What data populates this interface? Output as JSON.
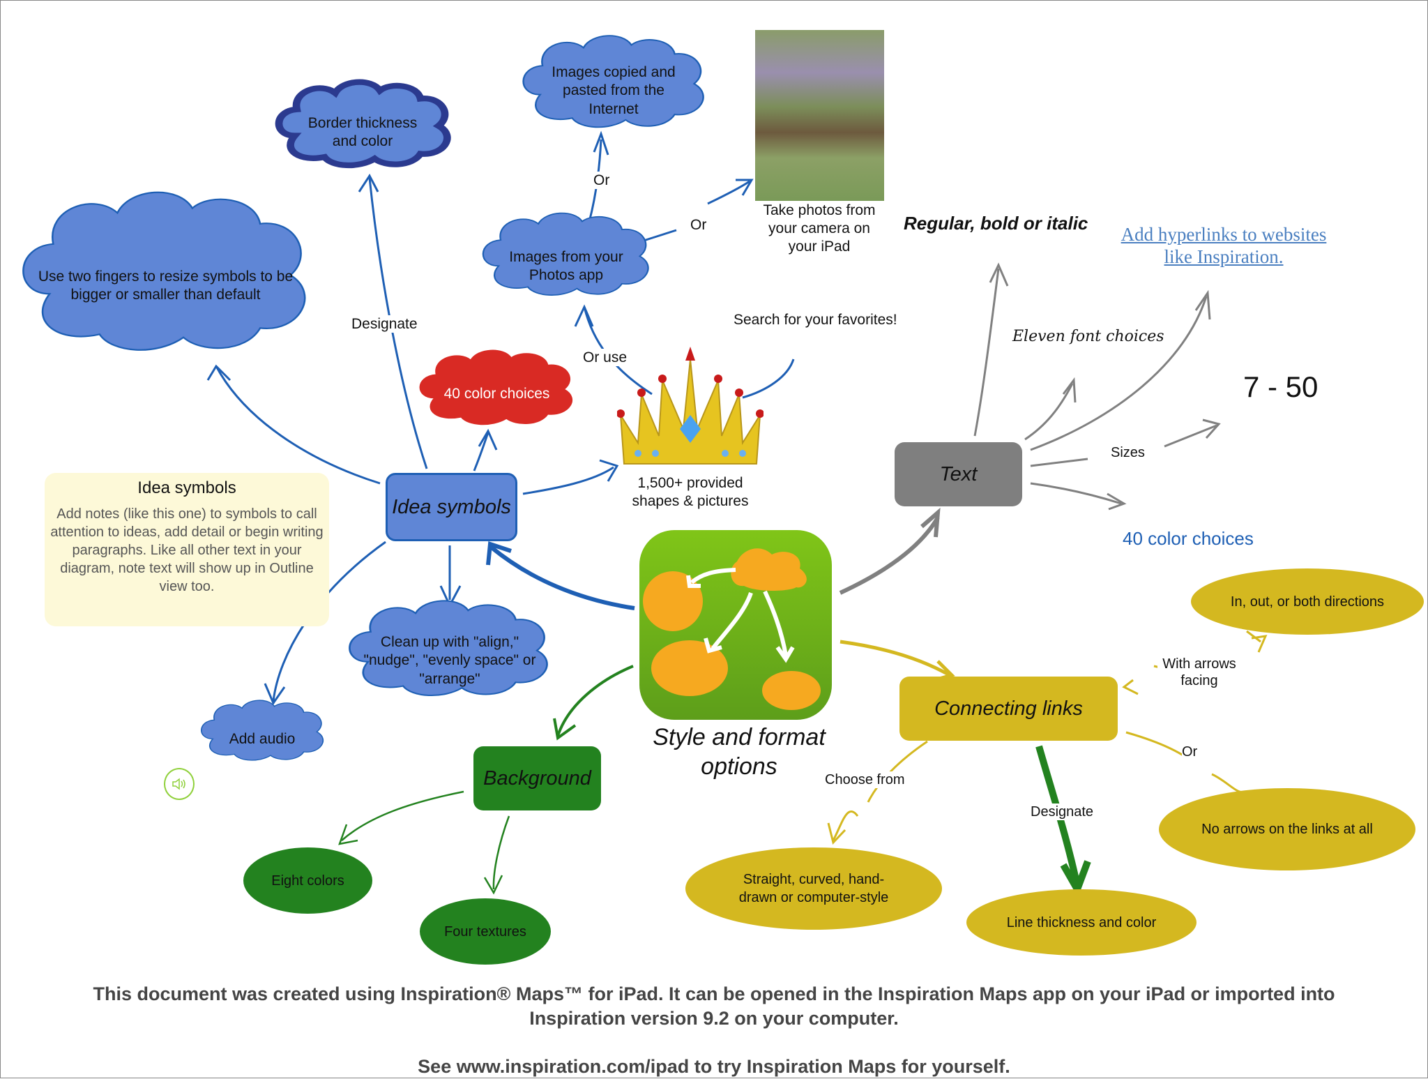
{
  "diagram": {
    "central": {
      "label": "Style and format options",
      "line1": "Style and format",
      "line2": "options"
    },
    "idea_symbols": {
      "label": "Idea symbols",
      "children": {
        "resize": "Use two fingers to resize symbols to be bigger or smaller than default",
        "border": "Border thickness and color",
        "color": "40 color choices",
        "photos": "Images from your Photos app",
        "internet": "Images copied and pasted from the Internet",
        "camera": "Take photos from your camera on your iPad",
        "shapes": "1,500+ provided shapes & pictures",
        "search": "Search for your favorites!",
        "cleanup": "Clean up with \"align,\" \"nudge\", \"evenly space\" or \"arrange\"",
        "audio": "Add audio"
      },
      "link_labels": {
        "designate": "Designate",
        "or_use": "Or use",
        "or_top": "Or",
        "or_right": "Or"
      }
    },
    "note": {
      "title": "Idea symbols",
      "body": "Add notes (like this one) to symbols to call attention to ideas, add detail or begin writing paragraphs. Like all other text in your diagram, note text will show up in Outline view too."
    },
    "text": {
      "label": "Text",
      "children": {
        "styles": "Regular, bold or italic",
        "hyperlinks": "Add hyperlinks to websites like Inspiration.",
        "fonts": "Eleven font choices",
        "sizes_value": "7 - 50",
        "colors": "40 color choices"
      },
      "link_labels": {
        "sizes": "Sizes"
      }
    },
    "background": {
      "label": "Background",
      "children": {
        "colors": "Eight colors",
        "textures": "Four textures"
      }
    },
    "connecting_links": {
      "label": "Connecting links",
      "children": {
        "directions": "In, out, or both directions",
        "no_arrows": "No arrows on the links at all",
        "styles": "Straight, curved, hand-drawn or computer-style",
        "thickness": "Line thickness and color"
      },
      "link_labels": {
        "with_arrows": "With arrows facing",
        "or": "Or",
        "choose_from": "Choose from",
        "designate": "Designate"
      }
    }
  },
  "footer": {
    "line1": "This document was created using Inspiration® Maps™ for iPad. It can be opened in the Inspiration Maps app on your iPad or imported into",
    "line2": "Inspiration version 9.2 on your computer.",
    "line3": "See www.inspiration.com/ipad to try Inspiration Maps for yourself."
  },
  "colors": {
    "blue_node": "#5f86d6",
    "blue_link": "#1e5fb4",
    "dark_border": "#2b3a8f",
    "red_node": "#d92a24",
    "gray_node": "#7f7f7f",
    "gray_link": "#808080",
    "green_node": "#23821f",
    "gold_node": "#d4b820",
    "gold_link": "#d4b820",
    "hyperlink": "#4a7fc0",
    "central_green": "#74bb1a",
    "orange": "#f6a920"
  }
}
